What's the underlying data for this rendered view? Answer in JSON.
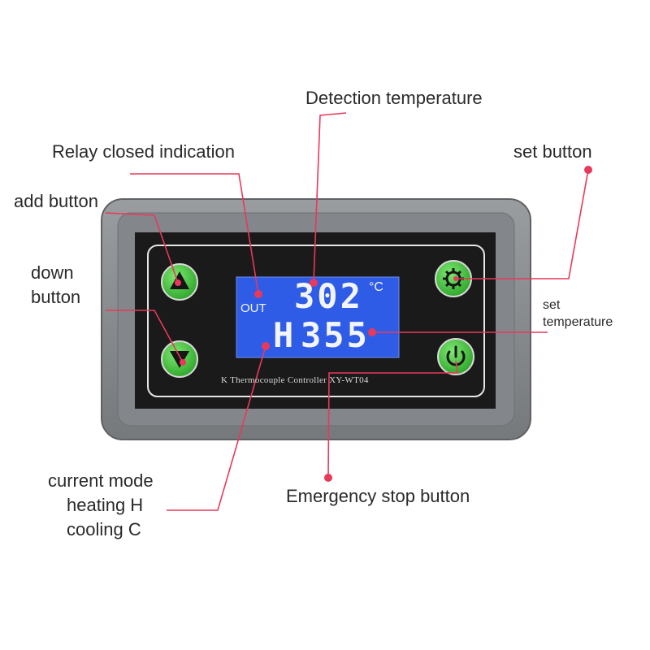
{
  "device": {
    "model_caption": "K Thermocouple Controller XY-WT04",
    "display": {
      "out_indicator": "OUT",
      "detection_temperature": "302",
      "unit": "°C",
      "mode": "H",
      "set_temperature": "355"
    },
    "buttons": {
      "add": "▲",
      "down": "▼"
    }
  },
  "callouts": {
    "detection_temperature": "Detection temperature",
    "relay_closed": "Relay closed indication",
    "set_button": "set button",
    "add_button": "add button",
    "down_button_line1": "down",
    "down_button_line2": "button",
    "set_temperature_line1": "set",
    "set_temperature_line2": "temperature",
    "current_mode_line1": "current mode",
    "current_mode_line2": "heating H",
    "current_mode_line3": "cooling C",
    "emergency_stop": "Emergency stop button"
  },
  "colors": {
    "callout_line": "#e8395a",
    "housing": "#8a8d90",
    "panel": "#1a1a1a",
    "lcd": "#2f5ce6",
    "lcd_text": "#f2f4ff",
    "button_green": "#3ec63a"
  }
}
